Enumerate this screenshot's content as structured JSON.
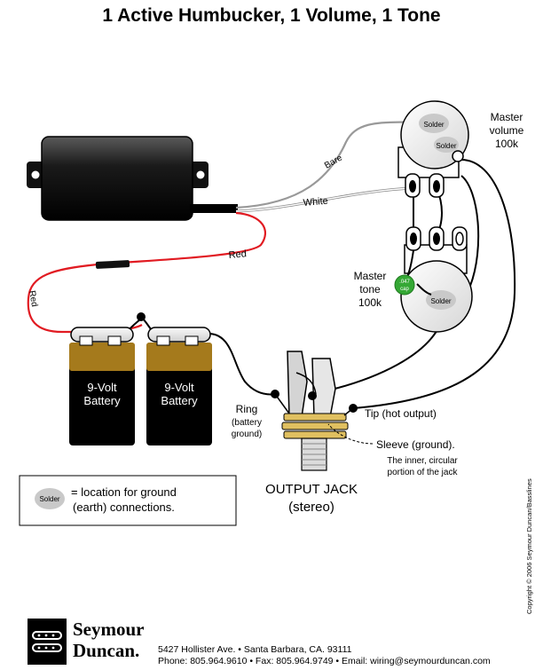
{
  "title": "1 Active Humbucker, 1 Volume, 1 Tone",
  "wires": {
    "bare": "Bare",
    "white": "White",
    "red_top": "Red",
    "red_left": "Red"
  },
  "master_volume": {
    "line1": "Master",
    "line2": "volume",
    "line3": "100k"
  },
  "master_tone": {
    "line1": "Master",
    "line2": "tone",
    "line3": "100k"
  },
  "solder_label": "Solder",
  "capacitor": {
    "line1": ".047",
    "line2": "cap"
  },
  "batteries": [
    {
      "line1": "9-Volt",
      "line2": "Battery"
    },
    {
      "line1": "9-Volt",
      "line2": "Battery"
    }
  ],
  "jack": {
    "ring_line1": "Ring",
    "ring_line2": "(battery",
    "ring_line3": "ground)",
    "tip": "Tip (hot output)",
    "sleeve": "Sleeve (ground).",
    "sleeve_note1": "The inner, circular",
    "sleeve_note2": "portion of the jack",
    "title1": "OUTPUT JACK",
    "title2": "(stereo)"
  },
  "legend": {
    "line1": "= location for ground",
    "line2": "(earth) connections."
  },
  "logo": {
    "line1": "Seymour",
    "line2": "Duncan."
  },
  "footer": {
    "address": "5427 Hollister Ave.  •  Santa Barbara, CA. 93111",
    "contact": "Phone: 805.964.9610  •  Fax: 805.964.9749  •  Email: wiring@seymourduncan.com"
  },
  "copyright": "Copyright © 2006 Seymour Duncan/Basslines",
  "colors": {
    "red_wire": "#e11b22",
    "battery_gold": "#a57a1c",
    "cap_green": "#35a835",
    "pot_gray": "#d9d9d9"
  }
}
